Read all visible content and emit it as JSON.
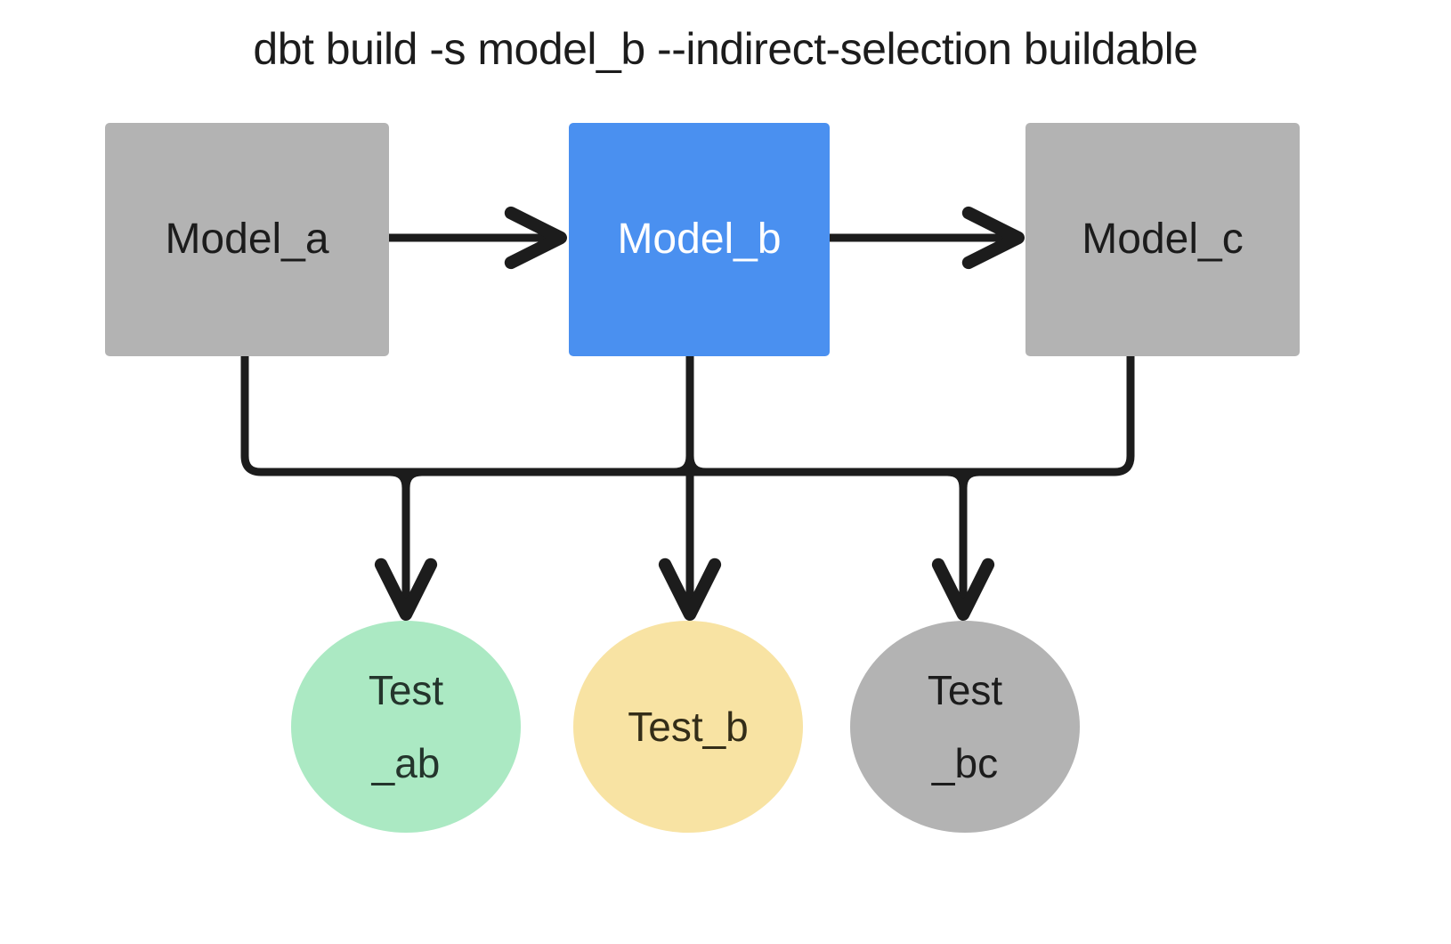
{
  "diagram": {
    "type": "dag",
    "title": "dbt build -s model_b --indirect-selection buildable",
    "background_color": "#ffffff",
    "edge_color": "#1c1c1c",
    "colors": {
      "selected_blue": "#4a90f0",
      "unselected_gray": "#b3b3b3",
      "test_green": "#abe9c3",
      "test_yellow": "#f8e3a3",
      "test_gray": "#b3b3b3",
      "text_dark": "#1c1c1c",
      "text_light": "#ffffff",
      "text_green_dark": "#24352c"
    },
    "models": [
      {
        "id": "model_a",
        "label": "Model_a",
        "shape": "rectangle",
        "fill": "#b3b3b3",
        "text_color": "#1c1c1c",
        "state": "unselected"
      },
      {
        "id": "model_b",
        "label": "Model_b",
        "shape": "rectangle",
        "fill": "#4a90f0",
        "text_color": "#ffffff",
        "state": "selected"
      },
      {
        "id": "model_c",
        "label": "Model_c",
        "shape": "rectangle",
        "fill": "#b3b3b3",
        "text_color": "#1c1c1c",
        "state": "unselected"
      }
    ],
    "tests": [
      {
        "id": "test_ab",
        "label": "Test\n_ab",
        "shape": "circle",
        "fill": "#abe9c3",
        "text_color": "#24352c",
        "state": "selected"
      },
      {
        "id": "test_b",
        "label": "Test_b",
        "shape": "circle",
        "fill": "#f8e3a3",
        "text_color": "#332d18",
        "state": "partial"
      },
      {
        "id": "test_bc",
        "label": "Test\n_bc",
        "shape": "circle",
        "fill": "#b3b3b3",
        "text_color": "#1c1c1c",
        "state": "unselected"
      }
    ],
    "edges": [
      {
        "id": "edge-a-b",
        "from": "model_a",
        "to": "model_b",
        "style": "straight-arrow"
      },
      {
        "id": "edge-b-c",
        "from": "model_b",
        "to": "model_c",
        "style": "straight-arrow"
      },
      {
        "id": "edge-a-test-ab",
        "from": "model_a",
        "to": "test_ab",
        "style": "elbow-arrow"
      },
      {
        "id": "edge-b-test-ab",
        "from": "model_b",
        "to": "test_ab",
        "style": "elbow-arrow"
      },
      {
        "id": "edge-b-test-b",
        "from": "model_b",
        "to": "test_b",
        "style": "straight-arrow"
      },
      {
        "id": "edge-b-test-bc",
        "from": "model_b",
        "to": "test_bc",
        "style": "elbow-arrow"
      },
      {
        "id": "edge-c-test-bc",
        "from": "model_c",
        "to": "test_bc",
        "style": "elbow-arrow"
      }
    ]
  }
}
